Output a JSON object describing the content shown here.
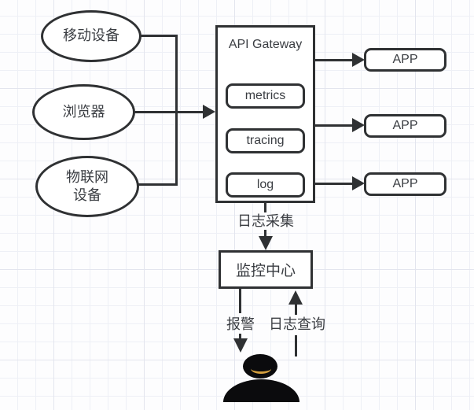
{
  "diagram": {
    "sources": [
      {
        "label": "移动设备"
      },
      {
        "label": "浏览器"
      },
      {
        "label": "物联网\n设备"
      }
    ],
    "gateway": {
      "title": "API Gateway",
      "modules": [
        "metrics",
        "tracing",
        "log"
      ]
    },
    "apps": [
      "APP",
      "APP",
      "APP"
    ],
    "monitor": {
      "label": "监控中心"
    },
    "edges": {
      "collect_label": "日志采集",
      "alarm_label": "报警",
      "query_label": "日志查询"
    },
    "colors": {
      "stroke": "#2f3133",
      "text": "#3a3d42",
      "person": "#0b0b0d",
      "smile": "#d49f3e",
      "shape_fill": "#ffffff",
      "grid_minor": "#eef0f6",
      "grid_major": "#e3e5ee"
    },
    "icons": [
      "person-icon"
    ]
  }
}
